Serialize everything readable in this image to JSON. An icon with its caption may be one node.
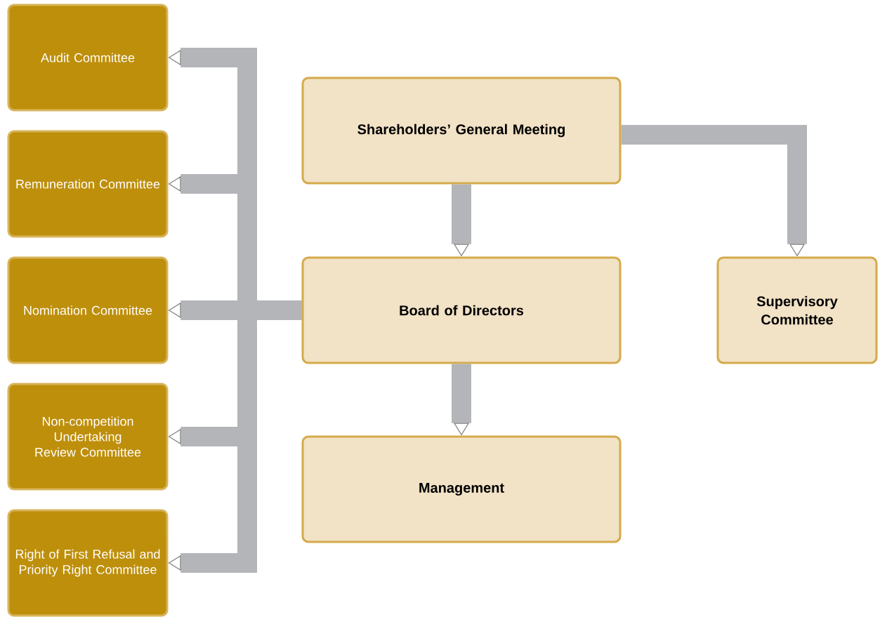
{
  "diagram": {
    "nodes": [
      {
        "text": [
          "Audit Committee"
        ]
      },
      {
        "text": [
          "Remuneration Committee"
        ]
      },
      {
        "text": [
          "Nomination Committee"
        ]
      },
      {
        "text": [
          "Non-competition Undertaking Review Committee"
        ]
      },
      {
        "text": [
          "Right of First Refusal and Priority Right Committee"
        ]
      },
      {
        "text": [
          "Shareholders’ General Meeting"
        ]
      },
      {
        "text": [
          "Board of Directors"
        ]
      },
      {
        "text": [
          "Supervisory Committee"
        ]
      },
      {
        "text": [
          "Management"
        ]
      }
    ],
    "edges": [
      {
        "from": 5,
        "to": 6,
        "arrow": "to"
      },
      {
        "from": 5,
        "to": 7,
        "arrow": "to"
      },
      {
        "from": 6,
        "to": 8,
        "arrow": "to"
      },
      {
        "from": 6,
        "to": 0,
        "arrow": "to"
      },
      {
        "from": 6,
        "to": 1,
        "arrow": "to"
      },
      {
        "from": 6,
        "to": 2,
        "arrow": "to"
      },
      {
        "from": 6,
        "to": 3,
        "arrow": "to"
      },
      {
        "from": 6,
        "to": 4,
        "arrow": "to"
      }
    ]
  }
}
